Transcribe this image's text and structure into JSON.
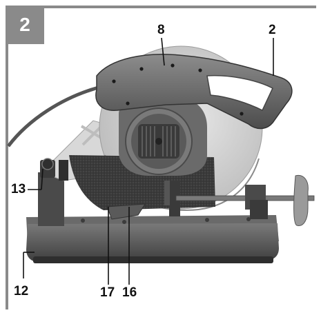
{
  "figure": {
    "number": "2",
    "frame_color": "#8a8a8a",
    "callouts": [
      {
        "id": "8",
        "label": "8"
      },
      {
        "id": "2",
        "label": "2"
      },
      {
        "id": "13",
        "label": "13"
      },
      {
        "id": "12",
        "label": "12"
      },
      {
        "id": "17",
        "label": "17"
      },
      {
        "id": "16",
        "label": "16"
      }
    ]
  }
}
